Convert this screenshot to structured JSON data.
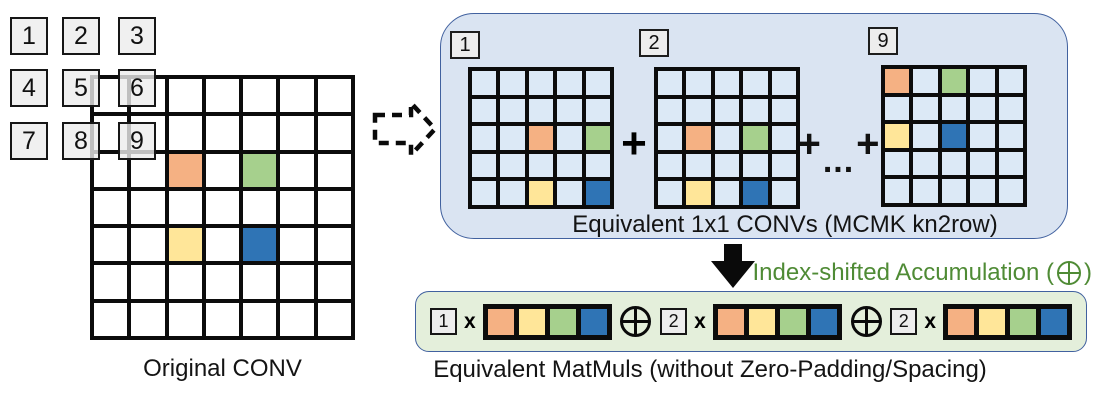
{
  "palette": {
    "orange": "#F5B183",
    "yellow": "#FFE699",
    "green": "#A6D08D",
    "blue": "#2F74B5",
    "cell_blue": "#DCE9F6",
    "cell_white": "#FFFFFF",
    "panel_blue_fill": "#DAE4F2",
    "panel_green_fill": "#E4EFDB",
    "panel_border_blue": "#41619F",
    "accent_green": "#4F8B35",
    "chip_gray": "#EDEDED"
  },
  "original_conv": {
    "kernel_labels": [
      "1",
      "2",
      "3",
      "4",
      "5",
      "6",
      "7",
      "8",
      "9"
    ],
    "grid": {
      "rows": 7,
      "cols": 7,
      "colored_cells": [
        {
          "row": 2,
          "col": 2,
          "color": "orange"
        },
        {
          "row": 2,
          "col": 4,
          "color": "green"
        },
        {
          "row": 4,
          "col": 2,
          "color": "yellow"
        },
        {
          "row": 4,
          "col": 4,
          "color": "blue"
        }
      ]
    },
    "caption": "Original CONV"
  },
  "conv_panel": {
    "caption": "Equivalent 1x1 CONVs (MCMK kn2row)",
    "plus": "+",
    "dots": "...",
    "grids": [
      {
        "label": "1",
        "rows": 5,
        "cols": 5,
        "colored_cells": [
          {
            "row": 2,
            "col": 2,
            "color": "orange"
          },
          {
            "row": 2,
            "col": 4,
            "color": "green"
          },
          {
            "row": 4,
            "col": 2,
            "color": "yellow"
          },
          {
            "row": 4,
            "col": 4,
            "color": "blue"
          }
        ]
      },
      {
        "label": "2",
        "rows": 5,
        "cols": 5,
        "colored_cells": [
          {
            "row": 2,
            "col": 1,
            "color": "orange"
          },
          {
            "row": 2,
            "col": 3,
            "color": "green"
          },
          {
            "row": 4,
            "col": 1,
            "color": "yellow"
          },
          {
            "row": 4,
            "col": 3,
            "color": "blue"
          }
        ]
      },
      {
        "label": "9",
        "rows": 5,
        "cols": 5,
        "colored_cells": [
          {
            "row": 0,
            "col": 0,
            "color": "orange"
          },
          {
            "row": 0,
            "col": 2,
            "color": "green"
          },
          {
            "row": 2,
            "col": 0,
            "color": "yellow"
          },
          {
            "row": 2,
            "col": 2,
            "color": "blue"
          }
        ]
      }
    ]
  },
  "accumulation": {
    "label_before_icon": "Index-shifted Accumulation (",
    "icon": "circled-plus",
    "label_after_icon": ")"
  },
  "matmul_panel": {
    "terms": [
      {
        "label": "1",
        "times": "x",
        "strip": [
          "orange",
          "yellow",
          "green",
          "blue"
        ]
      },
      {
        "label": "2",
        "times": "x",
        "strip": [
          "orange",
          "yellow",
          "green",
          "blue"
        ]
      },
      {
        "label": "2",
        "times": "x",
        "strip": [
          "orange",
          "yellow",
          "green",
          "blue"
        ]
      }
    ],
    "caption": "Equivalent MatMuls (without Zero-Padding/Spacing)"
  }
}
